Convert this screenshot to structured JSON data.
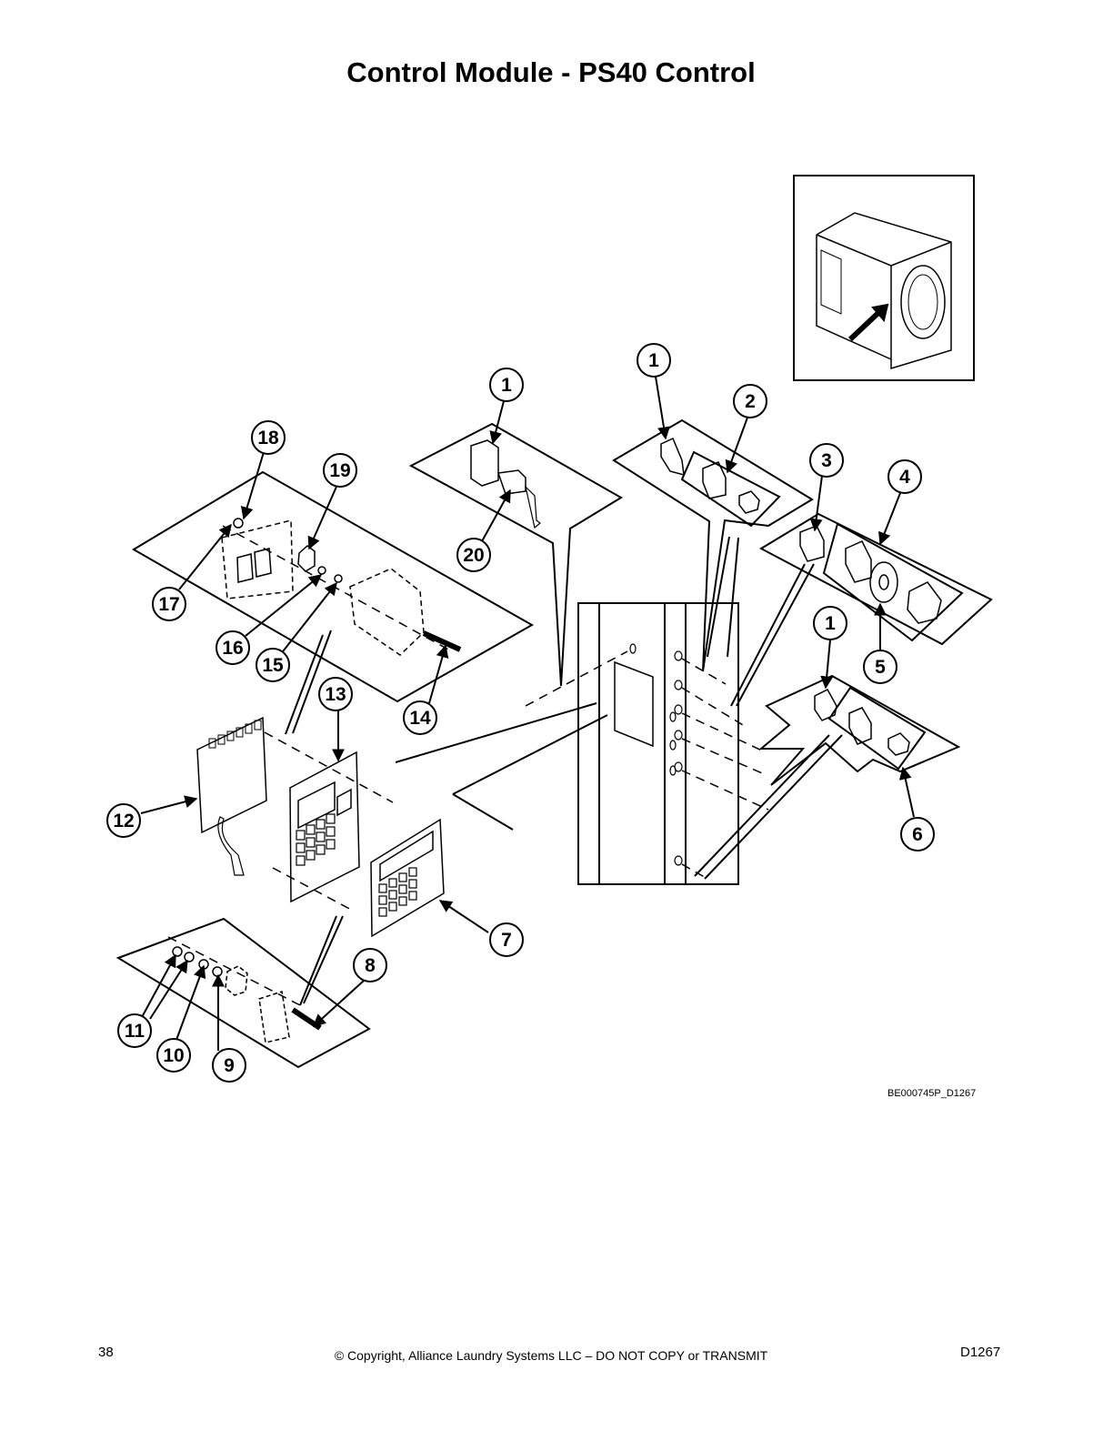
{
  "page": {
    "title": "Control Module - PS40 Control",
    "page_number": "38",
    "copyright": "© Copyright, Alliance Laundry Systems LLC – DO NOT COPY or TRANSMIT",
    "doc_code": "D1267"
  },
  "diagram": {
    "ref_code": "BE000745P_D1267",
    "callouts": {
      "c1a": "1",
      "c1b": "1",
      "c1c": "1",
      "c2": "2",
      "c3": "3",
      "c4": "4",
      "c5": "5",
      "c6": "6",
      "c7": "7",
      "c8": "8",
      "c9": "9",
      "c10": "10",
      "c11": "11",
      "c12": "12",
      "c13": "13",
      "c14": "14",
      "c15": "15",
      "c16": "16",
      "c17": "17",
      "c18": "18",
      "c19": "19",
      "c20": "20"
    }
  }
}
